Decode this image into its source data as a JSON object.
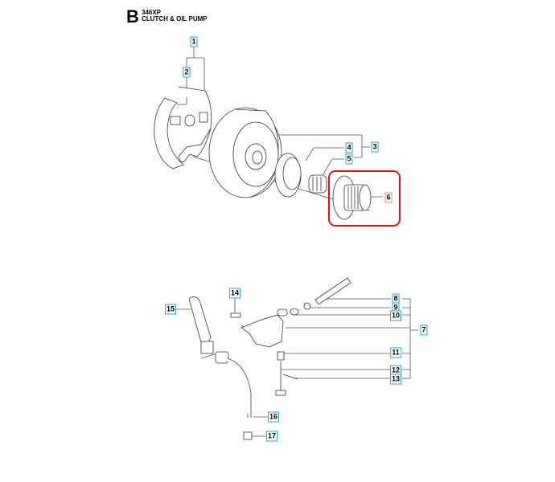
{
  "header": {
    "section_letter": "B",
    "model": "346XP",
    "title": "CLUTCH & OIL PUMP"
  },
  "callouts": [
    {
      "label": "1"
    },
    {
      "label": "2"
    },
    {
      "label": "3"
    },
    {
      "label": "4"
    },
    {
      "label": "5"
    },
    {
      "label": "6",
      "selected": true
    },
    {
      "label": "7"
    },
    {
      "label": "8"
    },
    {
      "label": "9"
    },
    {
      "label": "10"
    },
    {
      "label": "11"
    },
    {
      "label": "12"
    },
    {
      "label": "13"
    },
    {
      "label": "14"
    },
    {
      "label": "15"
    },
    {
      "label": "16"
    },
    {
      "label": "17"
    }
  ],
  "colors": {
    "callout_border": "#29a8c4",
    "selected_border": "#e8846a",
    "highlight": "#e0121b"
  }
}
